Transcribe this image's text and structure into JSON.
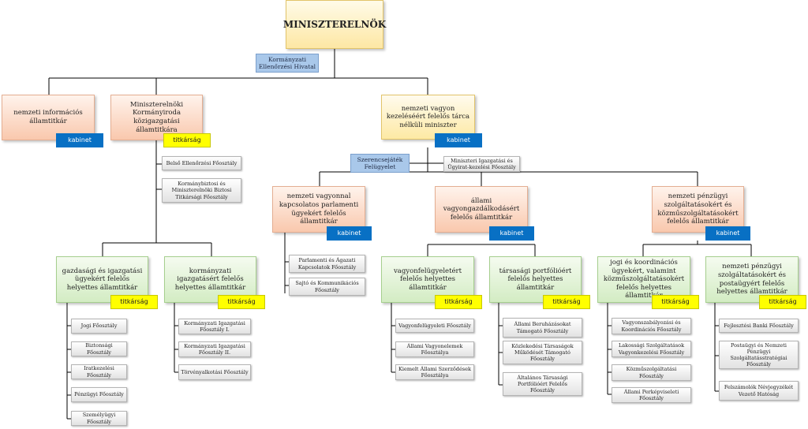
{
  "chart_data": {
    "type": "org-chart",
    "title": "",
    "nodes": [
      {
        "id": "pm",
        "label": "MINISZTERELNÖK",
        "style": "top"
      },
      {
        "id": "keh",
        "label": "Kormányzati Ellenőrzési Hivatal",
        "style": "lblue"
      },
      {
        "id": "nia",
        "label": "nemzeti információs államtitkár",
        "style": "org"
      },
      {
        "id": "nia_k",
        "label": "kabinet",
        "style": "kab"
      },
      {
        "id": "mkh",
        "label": "Miniszterelnöki Kormányiroda közigazgatási államtitkára",
        "style": "org"
      },
      {
        "id": "mkh_t",
        "label": "titkárság",
        "style": "tit"
      },
      {
        "id": "nvm",
        "label": "nemzeti vagyon kezeléséért felelős tárca nélküli miniszter",
        "style": "yel"
      },
      {
        "id": "nvm_k",
        "label": "kabinet",
        "style": "kab"
      },
      {
        "id": "belso",
        "label": "Belső Ellenőrzési Főosztály",
        "style": "gray"
      },
      {
        "id": "kormb",
        "label": "Kormánybiztosi és Miniszterelnöki Biztosi Titkársági Főosztály",
        "style": "gray"
      },
      {
        "id": "szf",
        "label": "Szerencsejáték Felügyelet",
        "style": "lblue"
      },
      {
        "id": "mif",
        "label": "Miniszteri Igazgatási és Ügyirat-kezelési Főosztály",
        "style": "gray"
      },
      {
        "id": "parl",
        "label": "nemzeti vagyonnal kapcsolatos parlamenti ügyekért felelős államtitkár",
        "style": "org"
      },
      {
        "id": "parl_k",
        "label": "kabinet",
        "style": "kab"
      },
      {
        "id": "avg",
        "label": "állami vagyongazdálkodásért felelős államtitkár",
        "style": "org"
      },
      {
        "id": "avg_k",
        "label": "kabinet",
        "style": "kab"
      },
      {
        "id": "npu",
        "label": "nemzeti pénzügyi szolgáltatásokért és közműszolgáltatásokért felelős államtitkár",
        "style": "org"
      },
      {
        "id": "npu_k",
        "label": "kabinet",
        "style": "kab"
      },
      {
        "id": "gazd",
        "label": "gazdasági és igazgatási ügyekért felelős helyettes államtitkár",
        "style": "grn"
      },
      {
        "id": "gazd_t",
        "label": "titkárság",
        "style": "tit"
      },
      {
        "id": "korm",
        "label": "kormányzati igazgatásért felelős helyettes államtitkár",
        "style": "grn"
      },
      {
        "id": "korm_t",
        "label": "titkárság",
        "style": "tit"
      },
      {
        "id": "parlf",
        "label": "Parlamenti és Ágazati Kapcsolatok Főosztály",
        "style": "gray"
      },
      {
        "id": "sajto",
        "label": "Sajtó és Kommunikációs Főosztály",
        "style": "gray"
      },
      {
        "id": "vf",
        "label": "vagyonfelügyeletért felelős helyettes államtitkár",
        "style": "grn"
      },
      {
        "id": "vf_t",
        "label": "titkárság",
        "style": "tit"
      },
      {
        "id": "tp",
        "label": "társasági portfólióért felelős helyettes államtitkár",
        "style": "grn"
      },
      {
        "id": "tp_t",
        "label": "titkárság",
        "style": "tit"
      },
      {
        "id": "jk",
        "label": "jogi és koordinációs ügyekért, valamint közműszolgáltatásokért felelős helyettes államtitkár",
        "style": "grn"
      },
      {
        "id": "jk_t",
        "label": "titkárság",
        "style": "tit"
      },
      {
        "id": "np",
        "label": "nemzeti pénzügyi szolgáltatásokért és postaügyért felelős helyettes államtitkár",
        "style": "grn"
      },
      {
        "id": "np_t",
        "label": "titkárság",
        "style": "tit"
      },
      {
        "id": "g1",
        "label": "Jogi Főosztály",
        "style": "gray"
      },
      {
        "id": "g2",
        "label": "Biztonsági Főosztály",
        "style": "gray"
      },
      {
        "id": "g3",
        "label": "Iratkezelési Főosztály",
        "style": "gray"
      },
      {
        "id": "g4",
        "label": "Pénzügyi Főosztály",
        "style": "gray"
      },
      {
        "id": "g5",
        "label": "Személyügyi Főosztály",
        "style": "gray"
      },
      {
        "id": "k1",
        "label": "Kormányzati Igazgatási Főosztály I.",
        "style": "gray"
      },
      {
        "id": "k2",
        "label": "Kormányzati Igazgatási Főosztály II.",
        "style": "gray"
      },
      {
        "id": "k3",
        "label": "Törvényalkotási Főosztály",
        "style": "gray"
      },
      {
        "id": "v1",
        "label": "Vagyonfelügyeleti Főosztály",
        "style": "gray"
      },
      {
        "id": "v2",
        "label": "Állami Vagyonelemek Főosztálya",
        "style": "gray"
      },
      {
        "id": "v3",
        "label": "Kiemelt Állami Szerződések Főosztálya",
        "style": "gray"
      },
      {
        "id": "t1",
        "label": "Állami Beruházásokat Támogató Főosztály",
        "style": "gray"
      },
      {
        "id": "t2",
        "label": "Közlekedési Társaságok Működését Támogató Főosztály",
        "style": "gray"
      },
      {
        "id": "t3",
        "label": "Általános Társasági Portfólióért Felelős Főosztály",
        "style": "gray"
      },
      {
        "id": "j1",
        "label": "Vagyonszabályozási és Koordinációs Főosztály",
        "style": "gray"
      },
      {
        "id": "j2",
        "label": "Lakossági Szolgáltatások Vagyonkezelési Főosztály",
        "style": "gray"
      },
      {
        "id": "j3",
        "label": "Közműszolgáltatási Főosztály",
        "style": "gray"
      },
      {
        "id": "j4",
        "label": "Állami Perképviseleti Főosztály",
        "style": "gray"
      },
      {
        "id": "n1",
        "label": "Fejlesztési Banki Főosztály",
        "style": "gray"
      },
      {
        "id": "n2",
        "label": "Postaügyi és Nemzeti Pénzügyi Szolgáltatásstratégiai Főosztály",
        "style": "gray"
      },
      {
        "id": "n3",
        "label": "Felszámolók Névjegyzékét Vezető Hatóság",
        "style": "gray"
      }
    ]
  }
}
